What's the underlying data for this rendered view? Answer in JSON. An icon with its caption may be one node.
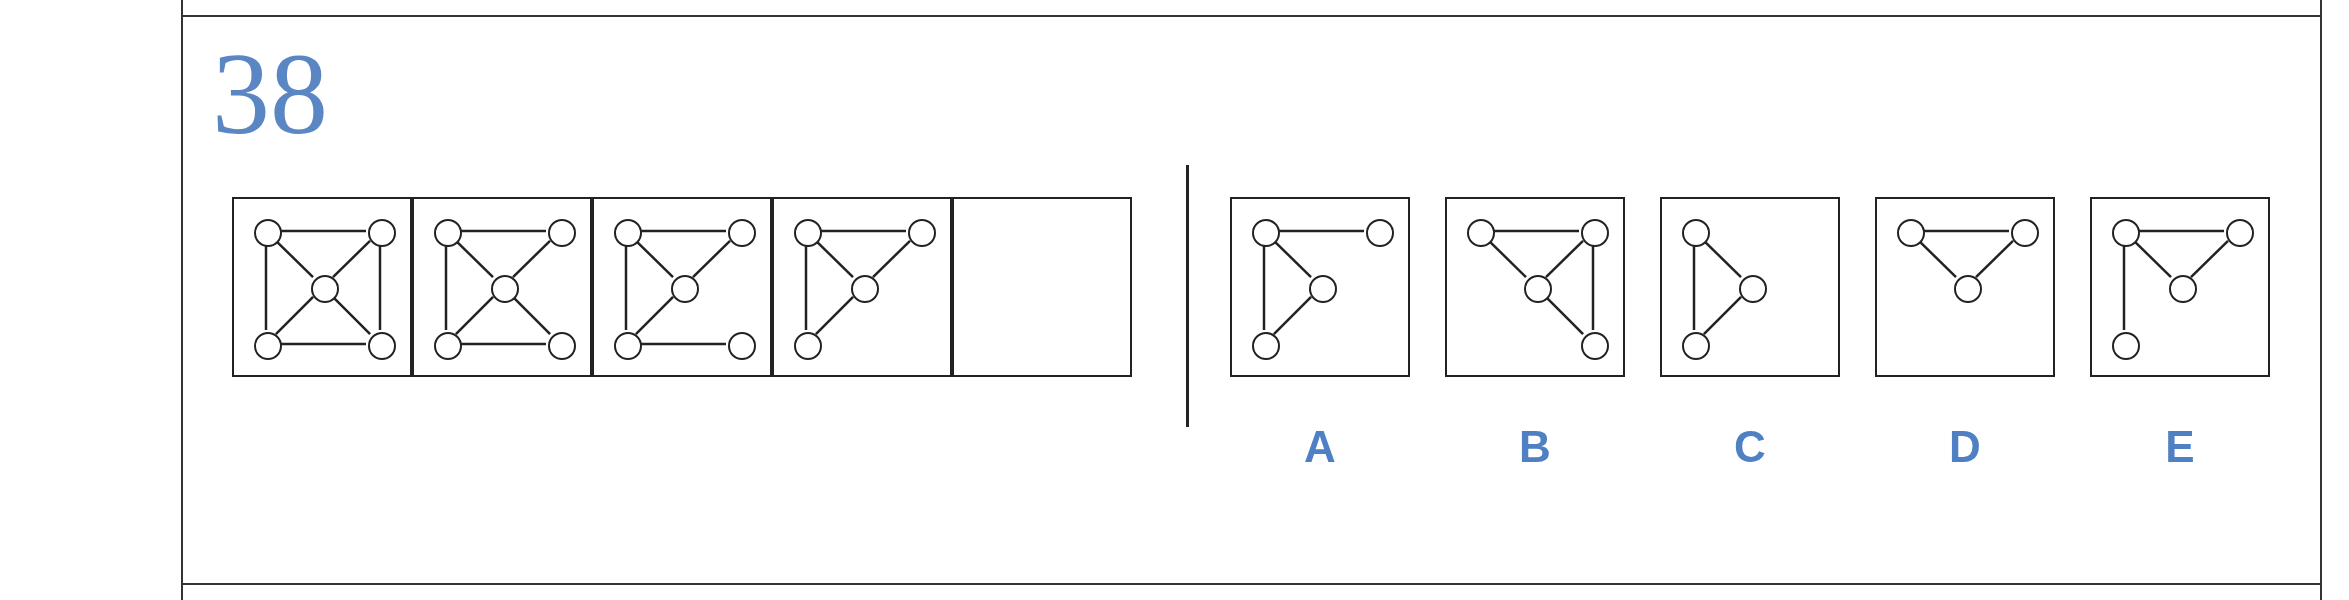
{
  "diagram": {
    "title": "38",
    "nodes": [
      {
        "text": [],
        "shape": "box"
      },
      {
        "text": [],
        "shape": "circle",
        "in": 0
      },
      {
        "text": [],
        "shape": "circle",
        "in": 0
      },
      {
        "text": [],
        "shape": "circle",
        "in": 0
      },
      {
        "text": [],
        "shape": "circle",
        "in": 0
      },
      {
        "text": [],
        "shape": "circle",
        "in": 0
      },
      {
        "text": [],
        "shape": "box"
      },
      {
        "text": [],
        "shape": "circle",
        "in": 6
      },
      {
        "text": [],
        "shape": "circle",
        "in": 6
      },
      {
        "text": [],
        "shape": "circle",
        "in": 6
      },
      {
        "text": [],
        "shape": "circle",
        "in": 6
      },
      {
        "text": [],
        "shape": "circle",
        "in": 6
      },
      {
        "text": [],
        "shape": "box"
      },
      {
        "text": [],
        "shape": "circle",
        "in": 12
      },
      {
        "text": [],
        "shape": "circle",
        "in": 12
      },
      {
        "text": [],
        "shape": "circle",
        "in": 12
      },
      {
        "text": [],
        "shape": "circle",
        "in": 12
      },
      {
        "text": [],
        "shape": "circle",
        "in": 12
      },
      {
        "text": [],
        "shape": "box"
      },
      {
        "text": [],
        "shape": "circle",
        "in": 18
      },
      {
        "text": [],
        "shape": "circle",
        "in": 18
      },
      {
        "text": [],
        "shape": "circle",
        "in": 18
      },
      {
        "text": [],
        "shape": "circle",
        "in": 18
      },
      {
        "text": [],
        "shape": "box"
      },
      {
        "text": [
          "A"
        ]
      },
      {
        "text": [],
        "shape": "circle",
        "in": 24
      },
      {
        "text": [],
        "shape": "circle",
        "in": 24
      },
      {
        "text": [],
        "shape": "circle",
        "in": 24
      },
      {
        "text": [],
        "shape": "circle",
        "in": 24
      },
      {
        "text": [
          "B"
        ]
      },
      {
        "text": [],
        "shape": "circle",
        "in": 29
      },
      {
        "text": [],
        "shape": "circle",
        "in": 29
      },
      {
        "text": [],
        "shape": "circle",
        "in": 29
      },
      {
        "text": [],
        "shape": "circle",
        "in": 29
      },
      {
        "text": [
          "C"
        ]
      },
      {
        "text": [],
        "shape": "circle",
        "in": 34
      },
      {
        "text": [],
        "shape": "circle",
        "in": 34
      },
      {
        "text": [],
        "shape": "circle",
        "in": 34
      },
      {
        "text": [
          "D"
        ]
      },
      {
        "text": [],
        "shape": "circle",
        "in": 38
      },
      {
        "text": [],
        "shape": "circle",
        "in": 38
      },
      {
        "text": [],
        "shape": "circle",
        "in": 38
      },
      {
        "text": [
          "E"
        ]
      },
      {
        "text": [],
        "shape": "circle",
        "in": 42
      },
      {
        "text": [],
        "shape": "circle",
        "in": 42
      },
      {
        "text": [],
        "shape": "circle",
        "in": 42
      },
      {
        "text": [],
        "shape": "circle",
        "in": 42
      }
    ],
    "edges": [
      {
        "from": 1,
        "to": 2,
        "arrow": "none"
      },
      {
        "from": 1,
        "to": 4,
        "arrow": "none"
      },
      {
        "from": 1,
        "to": 3,
        "arrow": "none"
      },
      {
        "from": 2,
        "to": 3,
        "arrow": "none"
      },
      {
        "from": 2,
        "to": 5,
        "arrow": "none"
      },
      {
        "from": 3,
        "to": 4,
        "arrow": "none"
      },
      {
        "from": 3,
        "to": 5,
        "arrow": "none"
      },
      {
        "from": 4,
        "to": 5,
        "arrow": "none"
      },
      {
        "from": 7,
        "to": 8,
        "arrow": "none"
      },
      {
        "from": 7,
        "to": 10,
        "arrow": "none"
      },
      {
        "from": 7,
        "to": 9,
        "arrow": "none"
      },
      {
        "from": 8,
        "to": 9,
        "arrow": "none"
      },
      {
        "from": 9,
        "to": 10,
        "arrow": "none"
      },
      {
        "from": 9,
        "to": 11,
        "arrow": "none"
      },
      {
        "from": 10,
        "to": 11,
        "arrow": "none"
      },
      {
        "from": 13,
        "to": 14,
        "arrow": "none"
      },
      {
        "from": 13,
        "to": 16,
        "arrow": "none"
      },
      {
        "from": 13,
        "to": 15,
        "arrow": "none"
      },
      {
        "from": 14,
        "to": 15,
        "arrow": "none"
      },
      {
        "from": 15,
        "to": 16,
        "arrow": "none"
      },
      {
        "from": 16,
        "to": 17,
        "arrow": "none"
      },
      {
        "from": 19,
        "to": 20,
        "arrow": "none"
      },
      {
        "from": 19,
        "to": 22,
        "arrow": "none"
      },
      {
        "from": 19,
        "to": 21,
        "arrow": "none"
      },
      {
        "from": 20,
        "to": 21,
        "arrow": "none"
      },
      {
        "from": 21,
        "to": 22,
        "arrow": "none"
      },
      {
        "from": 25,
        "to": 26,
        "arrow": "none"
      },
      {
        "from": 25,
        "to": 28,
        "arrow": "none"
      },
      {
        "from": 25,
        "to": 27,
        "arrow": "none"
      },
      {
        "from": 27,
        "to": 28,
        "arrow": "none"
      },
      {
        "from": 30,
        "to": 31,
        "arrow": "none"
      },
      {
        "from": 30,
        "to": 32,
        "arrow": "none"
      },
      {
        "from": 31,
        "to": 32,
        "arrow": "none"
      },
      {
        "from": 31,
        "to": 33,
        "arrow": "none"
      },
      {
        "from": 32,
        "to": 33,
        "arrow": "none"
      },
      {
        "from": 35,
        "to": 36,
        "arrow": "none"
      },
      {
        "from": 35,
        "to": 37,
        "arrow": "none"
      },
      {
        "from": 36,
        "to": 37,
        "arrow": "none"
      },
      {
        "from": 39,
        "to": 40,
        "arrow": "none"
      },
      {
        "from": 39,
        "to": 41,
        "arrow": "none"
      },
      {
        "from": 40,
        "to": 41,
        "arrow": "none"
      },
      {
        "from": 43,
        "to": 44,
        "arrow": "none"
      },
      {
        "from": 43,
        "to": 46,
        "arrow": "none"
      },
      {
        "from": 43,
        "to": 45,
        "arrow": "none"
      },
      {
        "from": 44,
        "to": 45,
        "arrow": "none"
      }
    ]
  }
}
